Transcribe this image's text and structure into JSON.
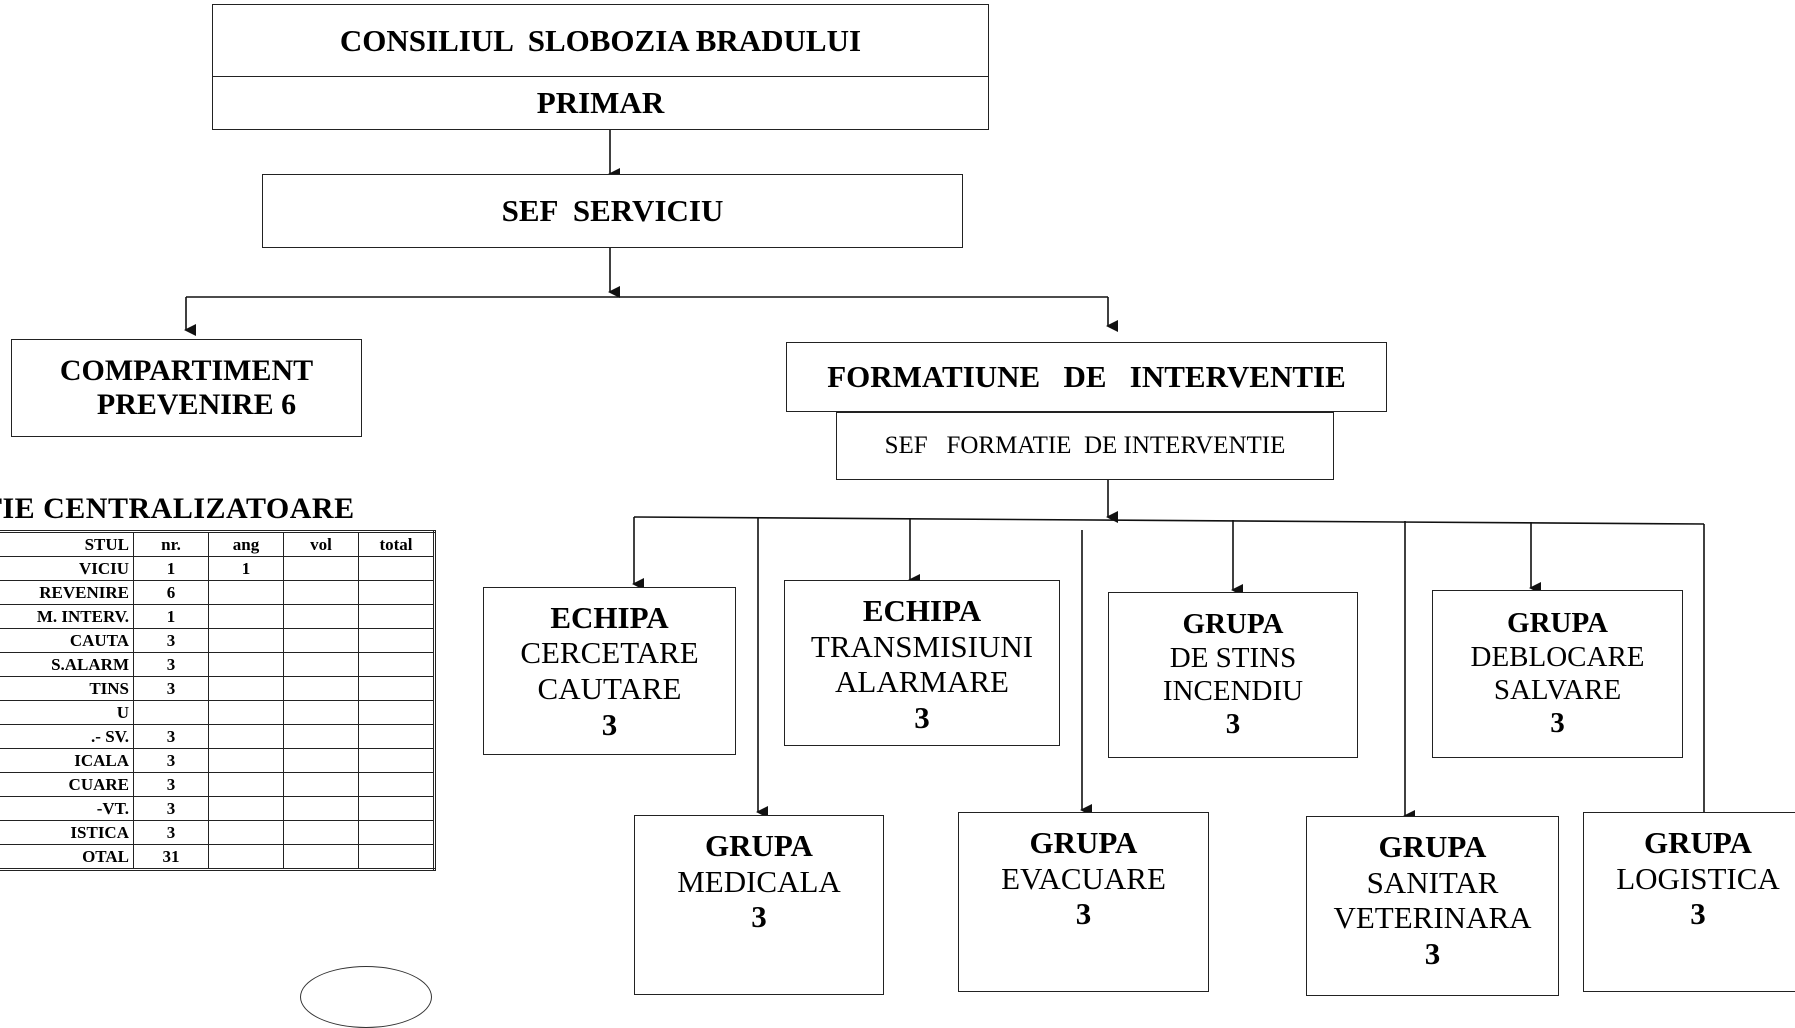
{
  "org": {
    "consiliu": "CONSILIUL  SLOBOZIA BRADULUI",
    "primar": "PRIMAR",
    "sef_serviciu": "SEF  SERVICIU",
    "compartiment": {
      "line1": "COMPARTIMENT",
      "line2": "PREVENIRE 6"
    },
    "formatiune": "FORMATIUNE   DE   INTERVENTIE",
    "sef_formatie": "SEF   FORMATIE  DE INTERVENTIE",
    "top_row": [
      {
        "title": "ECHIPA",
        "l1": "CERCETARE",
        "l2": "CAUTARE",
        "count": "3"
      },
      {
        "title": "ECHIPA",
        "l1": "TRANSMISIUNI",
        "l2": "ALARMARE",
        "count": "3"
      },
      {
        "title": "GRUPA",
        "l1": "DE STINS",
        "l2": "INCENDIU",
        "count": "3"
      },
      {
        "title": "GRUPA",
        "l1": "DEBLOCARE",
        "l2": "SALVARE",
        "count": "3"
      }
    ],
    "bottom_row": [
      {
        "title": "GRUPA",
        "l1": "MEDICALA",
        "l2": "",
        "count": "3"
      },
      {
        "title": "GRUPA",
        "l1": "EVACUARE",
        "l2": "",
        "count": "3"
      },
      {
        "title": "GRUPA",
        "l1": "SANITAR",
        "l2": "VETERINARA",
        "count": "3"
      },
      {
        "title": "GRUPA",
        "l1": "LOGISTICA",
        "l2": "",
        "count": "3"
      }
    ]
  },
  "table": {
    "title": "ATIE CENTRALIZATOARE",
    "headers": [
      "STUL",
      "nr.",
      "ang",
      "vol",
      "total"
    ],
    "rows": [
      [
        "VICIU",
        "1",
        "1",
        "",
        ""
      ],
      [
        "REVENIRE",
        "6",
        "",
        "",
        ""
      ],
      [
        "M. INTERV.",
        "1",
        "",
        "",
        ""
      ],
      [
        " CAUTA",
        "3",
        "",
        "",
        ""
      ],
      [
        "S.ALARM",
        "3",
        "",
        "",
        ""
      ],
      [
        "TINS",
        "3",
        "",
        "",
        ""
      ],
      [
        "U",
        "",
        "",
        "",
        ""
      ],
      [
        ".- SV.",
        "3",
        "",
        "",
        ""
      ],
      [
        "ICALA",
        "3",
        "",
        "",
        ""
      ],
      [
        "CUARE",
        "3",
        "",
        "",
        ""
      ],
      [
        "-VT.",
        "3",
        "",
        "",
        ""
      ],
      [
        "ISTICA",
        "3",
        "",
        "",
        ""
      ],
      [
        "OTAL",
        "31",
        "",
        "",
        ""
      ]
    ]
  }
}
